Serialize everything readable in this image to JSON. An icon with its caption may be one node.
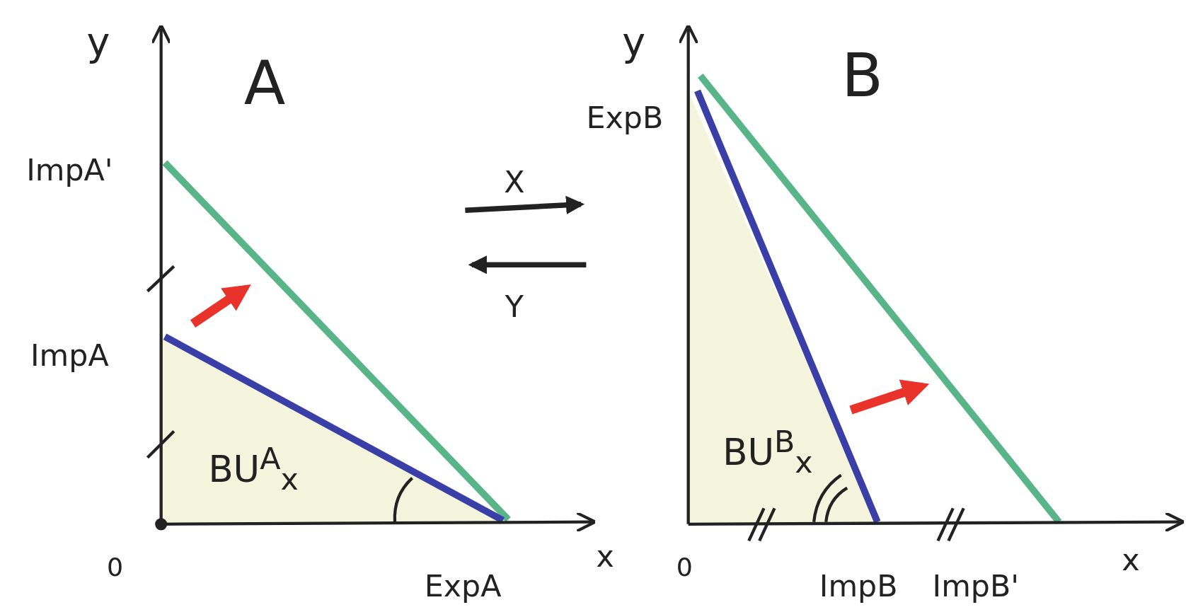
{
  "diagram": {
    "labels": [
      "y",
      "A",
      "y",
      "B",
      "ImpA'",
      "ExpB",
      "X",
      "Y",
      "ImpA",
      "BU$^{A}$$_{x}$",
      "BU$^{B}$$_{x}$",
      "0",
      "ExpA",
      "x",
      "0",
      "ImpB",
      "ImpB'",
      "x"
    ]
  }
}
